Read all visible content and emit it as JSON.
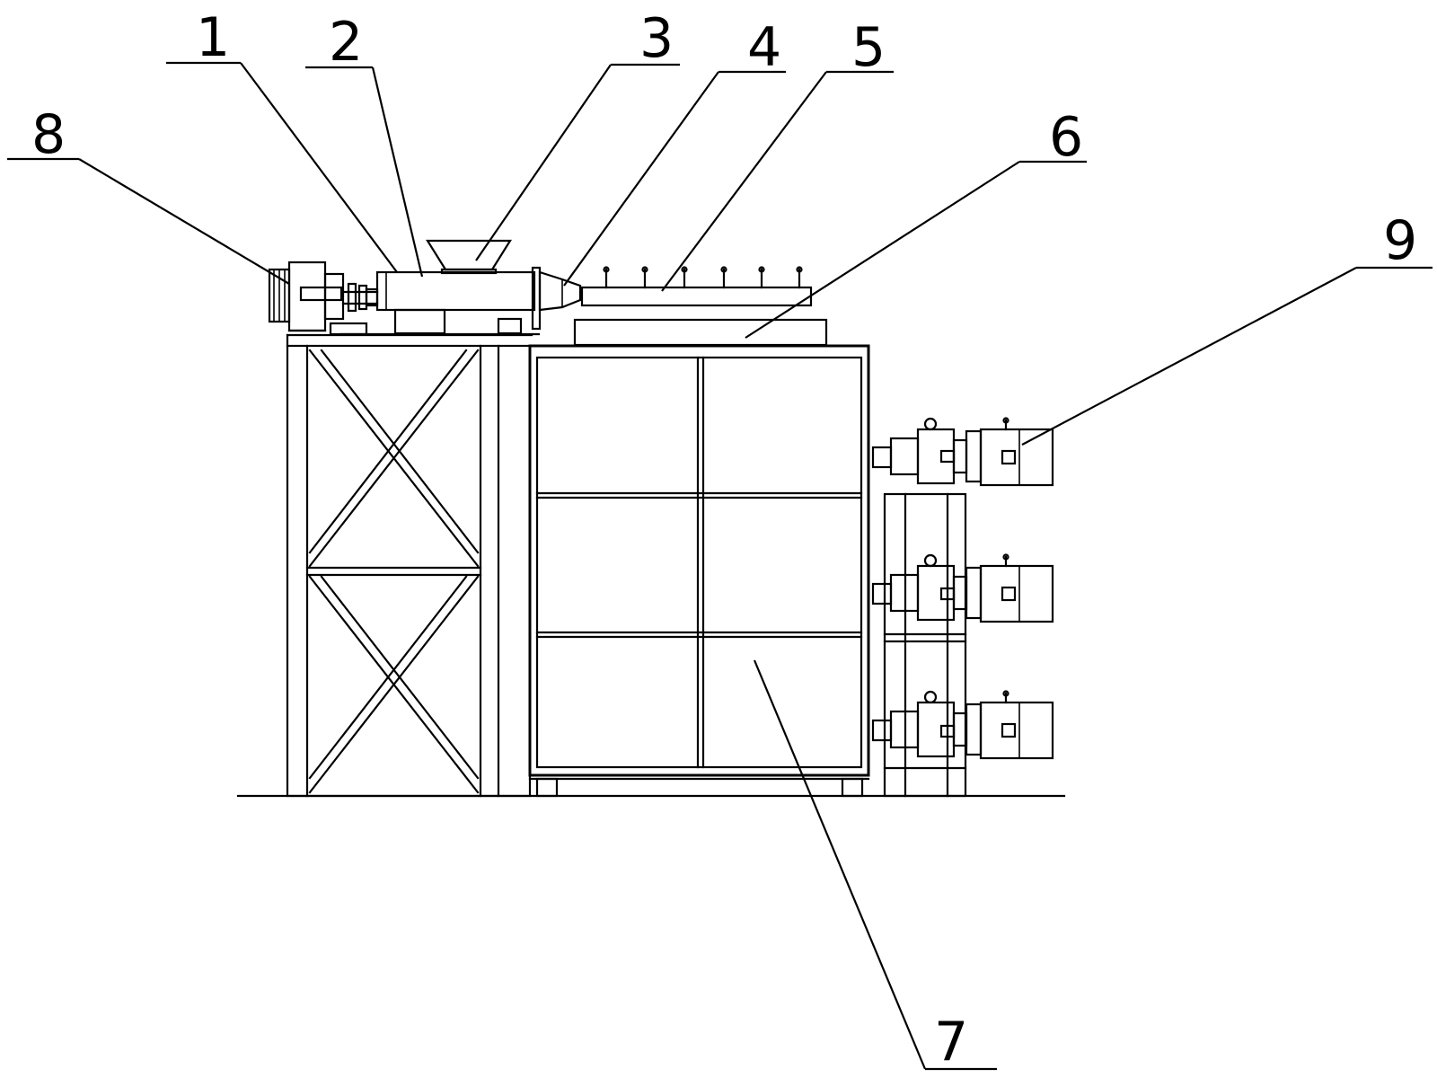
{
  "callouts": [
    {
      "id": "c1",
      "text": "1"
    },
    {
      "id": "c2",
      "text": "2"
    },
    {
      "id": "c3",
      "text": "3"
    },
    {
      "id": "c4",
      "text": "4"
    },
    {
      "id": "c5",
      "text": "5"
    },
    {
      "id": "c6",
      "text": "6"
    },
    {
      "id": "c7",
      "text": "7"
    },
    {
      "id": "c8",
      "text": "8"
    },
    {
      "id": "c9",
      "text": "9"
    }
  ],
  "colors": {
    "line": "#000000",
    "background": "#ffffff"
  }
}
